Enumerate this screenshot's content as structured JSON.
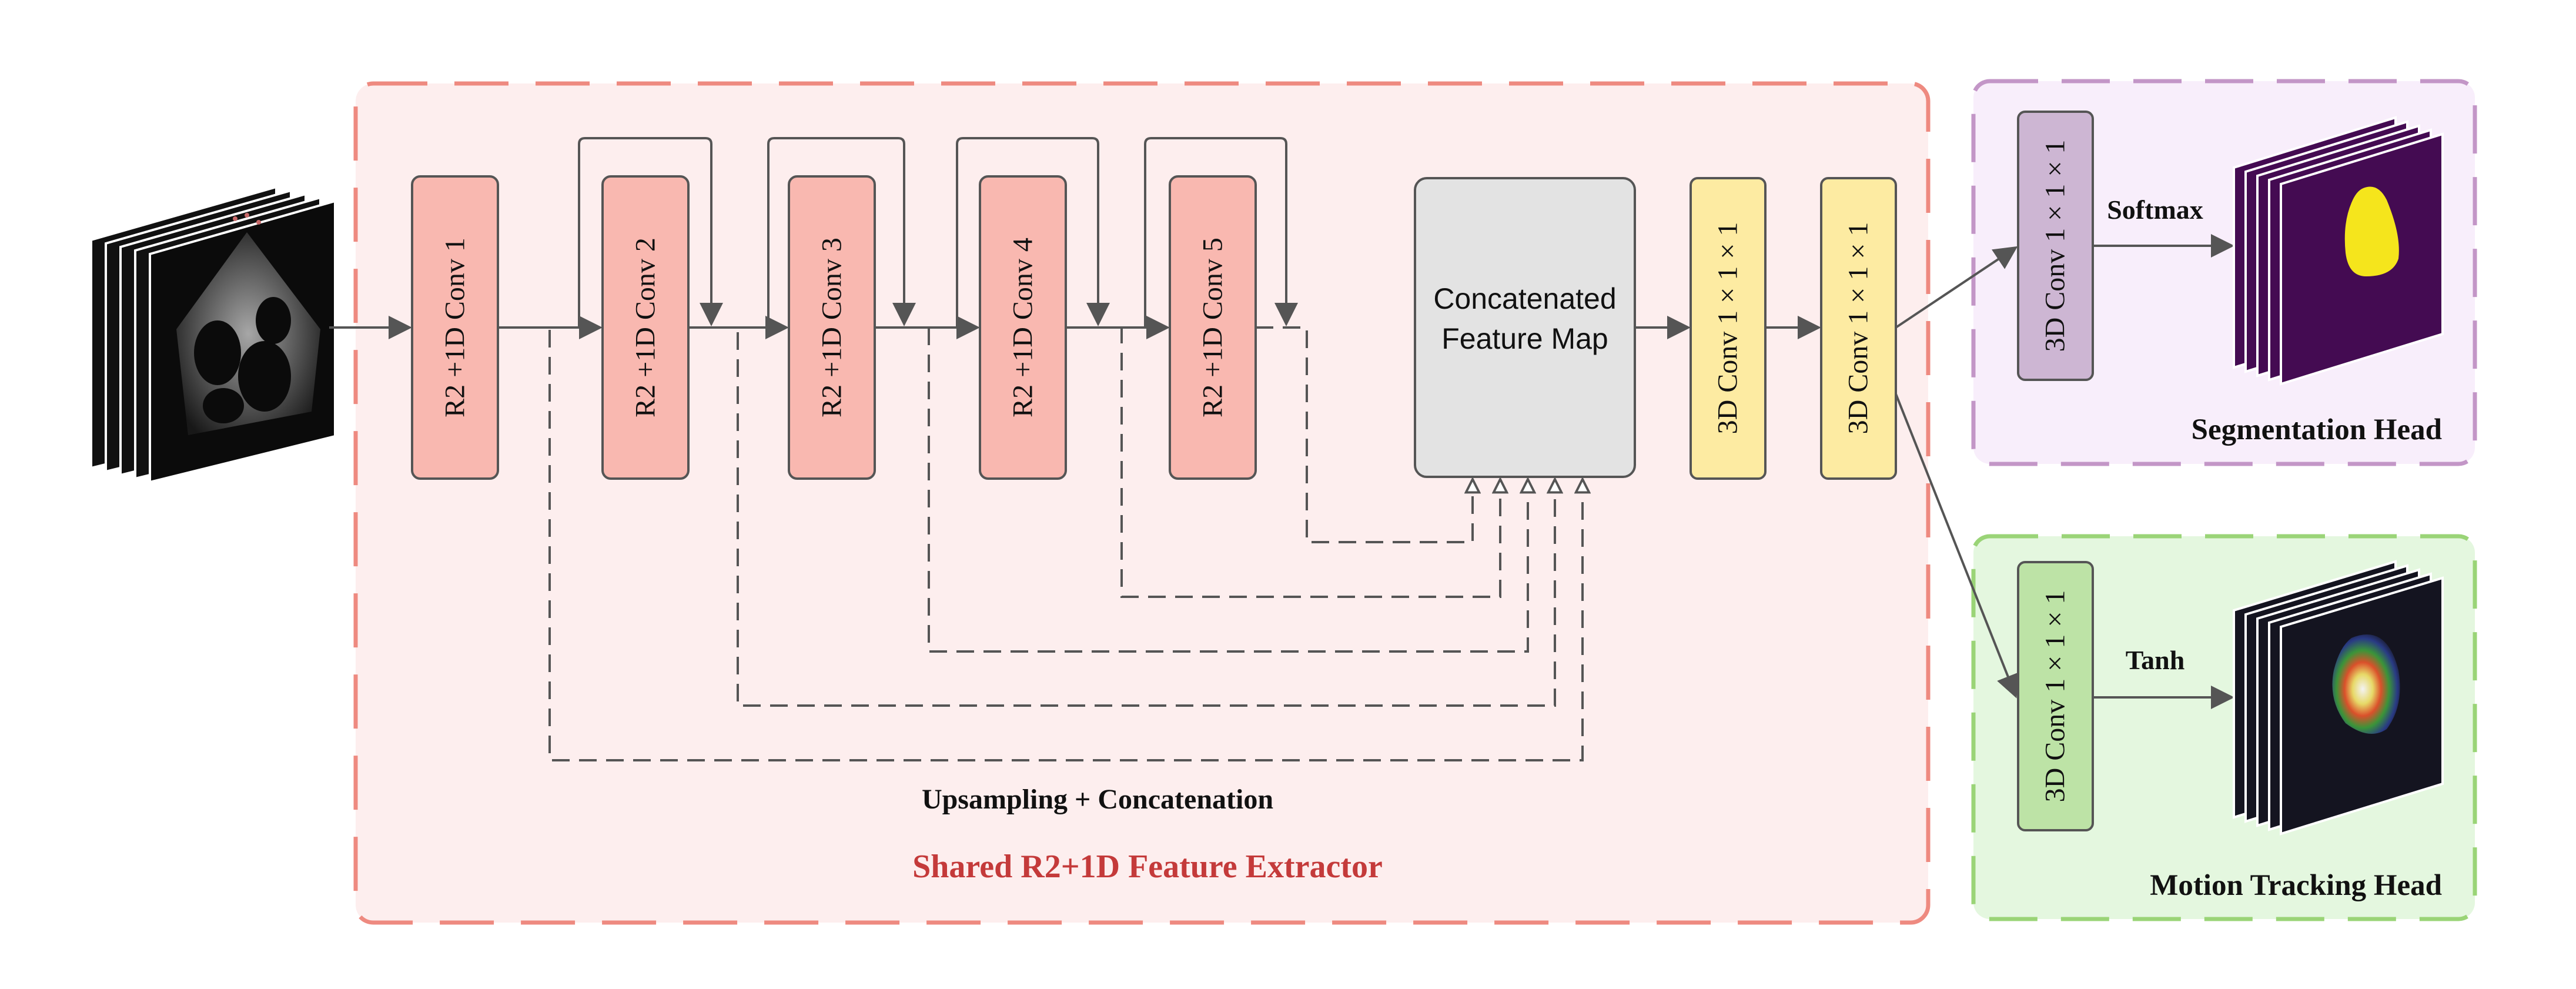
{
  "colors": {
    "extractor_fill": "#fdeeee",
    "extractor_border": "#ee8a80",
    "conv_fill": "#f9b8b0",
    "concat_fill": "#e3e3e3",
    "yellow_fill": "#fdeba2",
    "purple_fill": "#cdb6d3",
    "green_fill": "#bde3a6",
    "seg_fill": "#f8eefb",
    "seg_border": "#c396c7",
    "motion_fill": "#e4f7df",
    "motion_border": "#9ad477",
    "arrow": "#555555",
    "title_red": "#c43a3a"
  },
  "extractor": {
    "title": "Shared R2+1D Feature Extractor",
    "blocks": [
      "R2 +1D Conv 1",
      "R2 +1D Conv 2",
      "R2 +1D Conv 3",
      "R2 +1D Conv 4",
      "R2 +1D Conv 5"
    ],
    "concat_label": "Concatenated Feature Map",
    "concat_lines": [
      "Concatenated",
      "Feature Map"
    ],
    "pointwise_blocks": [
      "3D Conv 1 × 1 × 1",
      "3D Conv 1 × 1 × 1"
    ],
    "upsampling_label": "Upsampling + Concatenation"
  },
  "segmentation_head": {
    "title": "Segmentation Head",
    "conv_label": "3D Conv 1 × 1 × 1",
    "activation": "Softmax"
  },
  "motion_head": {
    "title": "Motion Tracking Head",
    "conv_label": "3D Conv 1 × 1 × 1",
    "activation": "Tanh"
  },
  "icons": {
    "input": "echocardiogram-stack-icon",
    "segmentation_output": "segmentation-mask-stack-icon",
    "motion_output": "motion-field-stack-icon"
  }
}
